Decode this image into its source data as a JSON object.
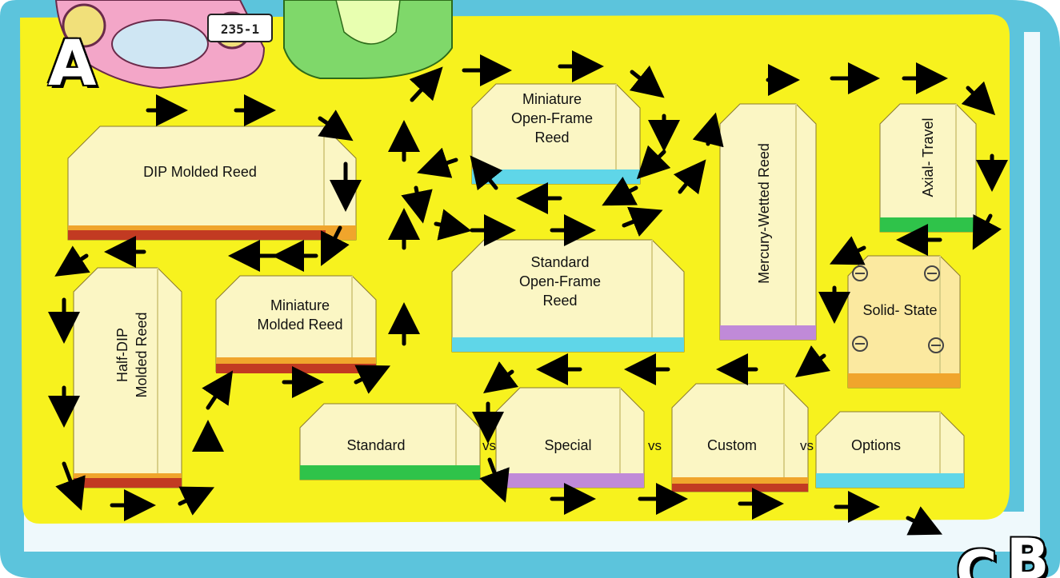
{
  "corner_letters": {
    "top_left": "A",
    "bottom_right": "B",
    "bottom_partial": "C"
  },
  "car": {
    "plate": "235-1"
  },
  "blocks": {
    "dip_molded": "DIP  Molded Reed",
    "miniature_open_frame": [
      "Miniature",
      "Open-Frame",
      "Reed"
    ],
    "mercury_wetted": "Mercury-Wetted Reed",
    "axial_travel": "Axial- Travel",
    "standard_open_frame": [
      "Standard",
      "Open-Frame",
      "Reed"
    ],
    "miniature_molded": [
      "Miniature",
      "Molded Reed"
    ],
    "half_dip": [
      "Half-DIP",
      "Molded Reed"
    ],
    "solid_state": "Solid- State",
    "standard": "Standard",
    "special": "Special",
    "custom": "Custom",
    "options": "Options"
  },
  "separators": [
    "vs",
    "vs",
    "vs"
  ],
  "colors": {
    "track": "#f7f21e",
    "border": "#5cc4dc",
    "block_face": "#fbf6c4",
    "orange": "#f0a52c",
    "red": "#c23a22",
    "cyan": "#5fd6e8",
    "green": "#2fc34a",
    "violet": "#c08ad8"
  }
}
